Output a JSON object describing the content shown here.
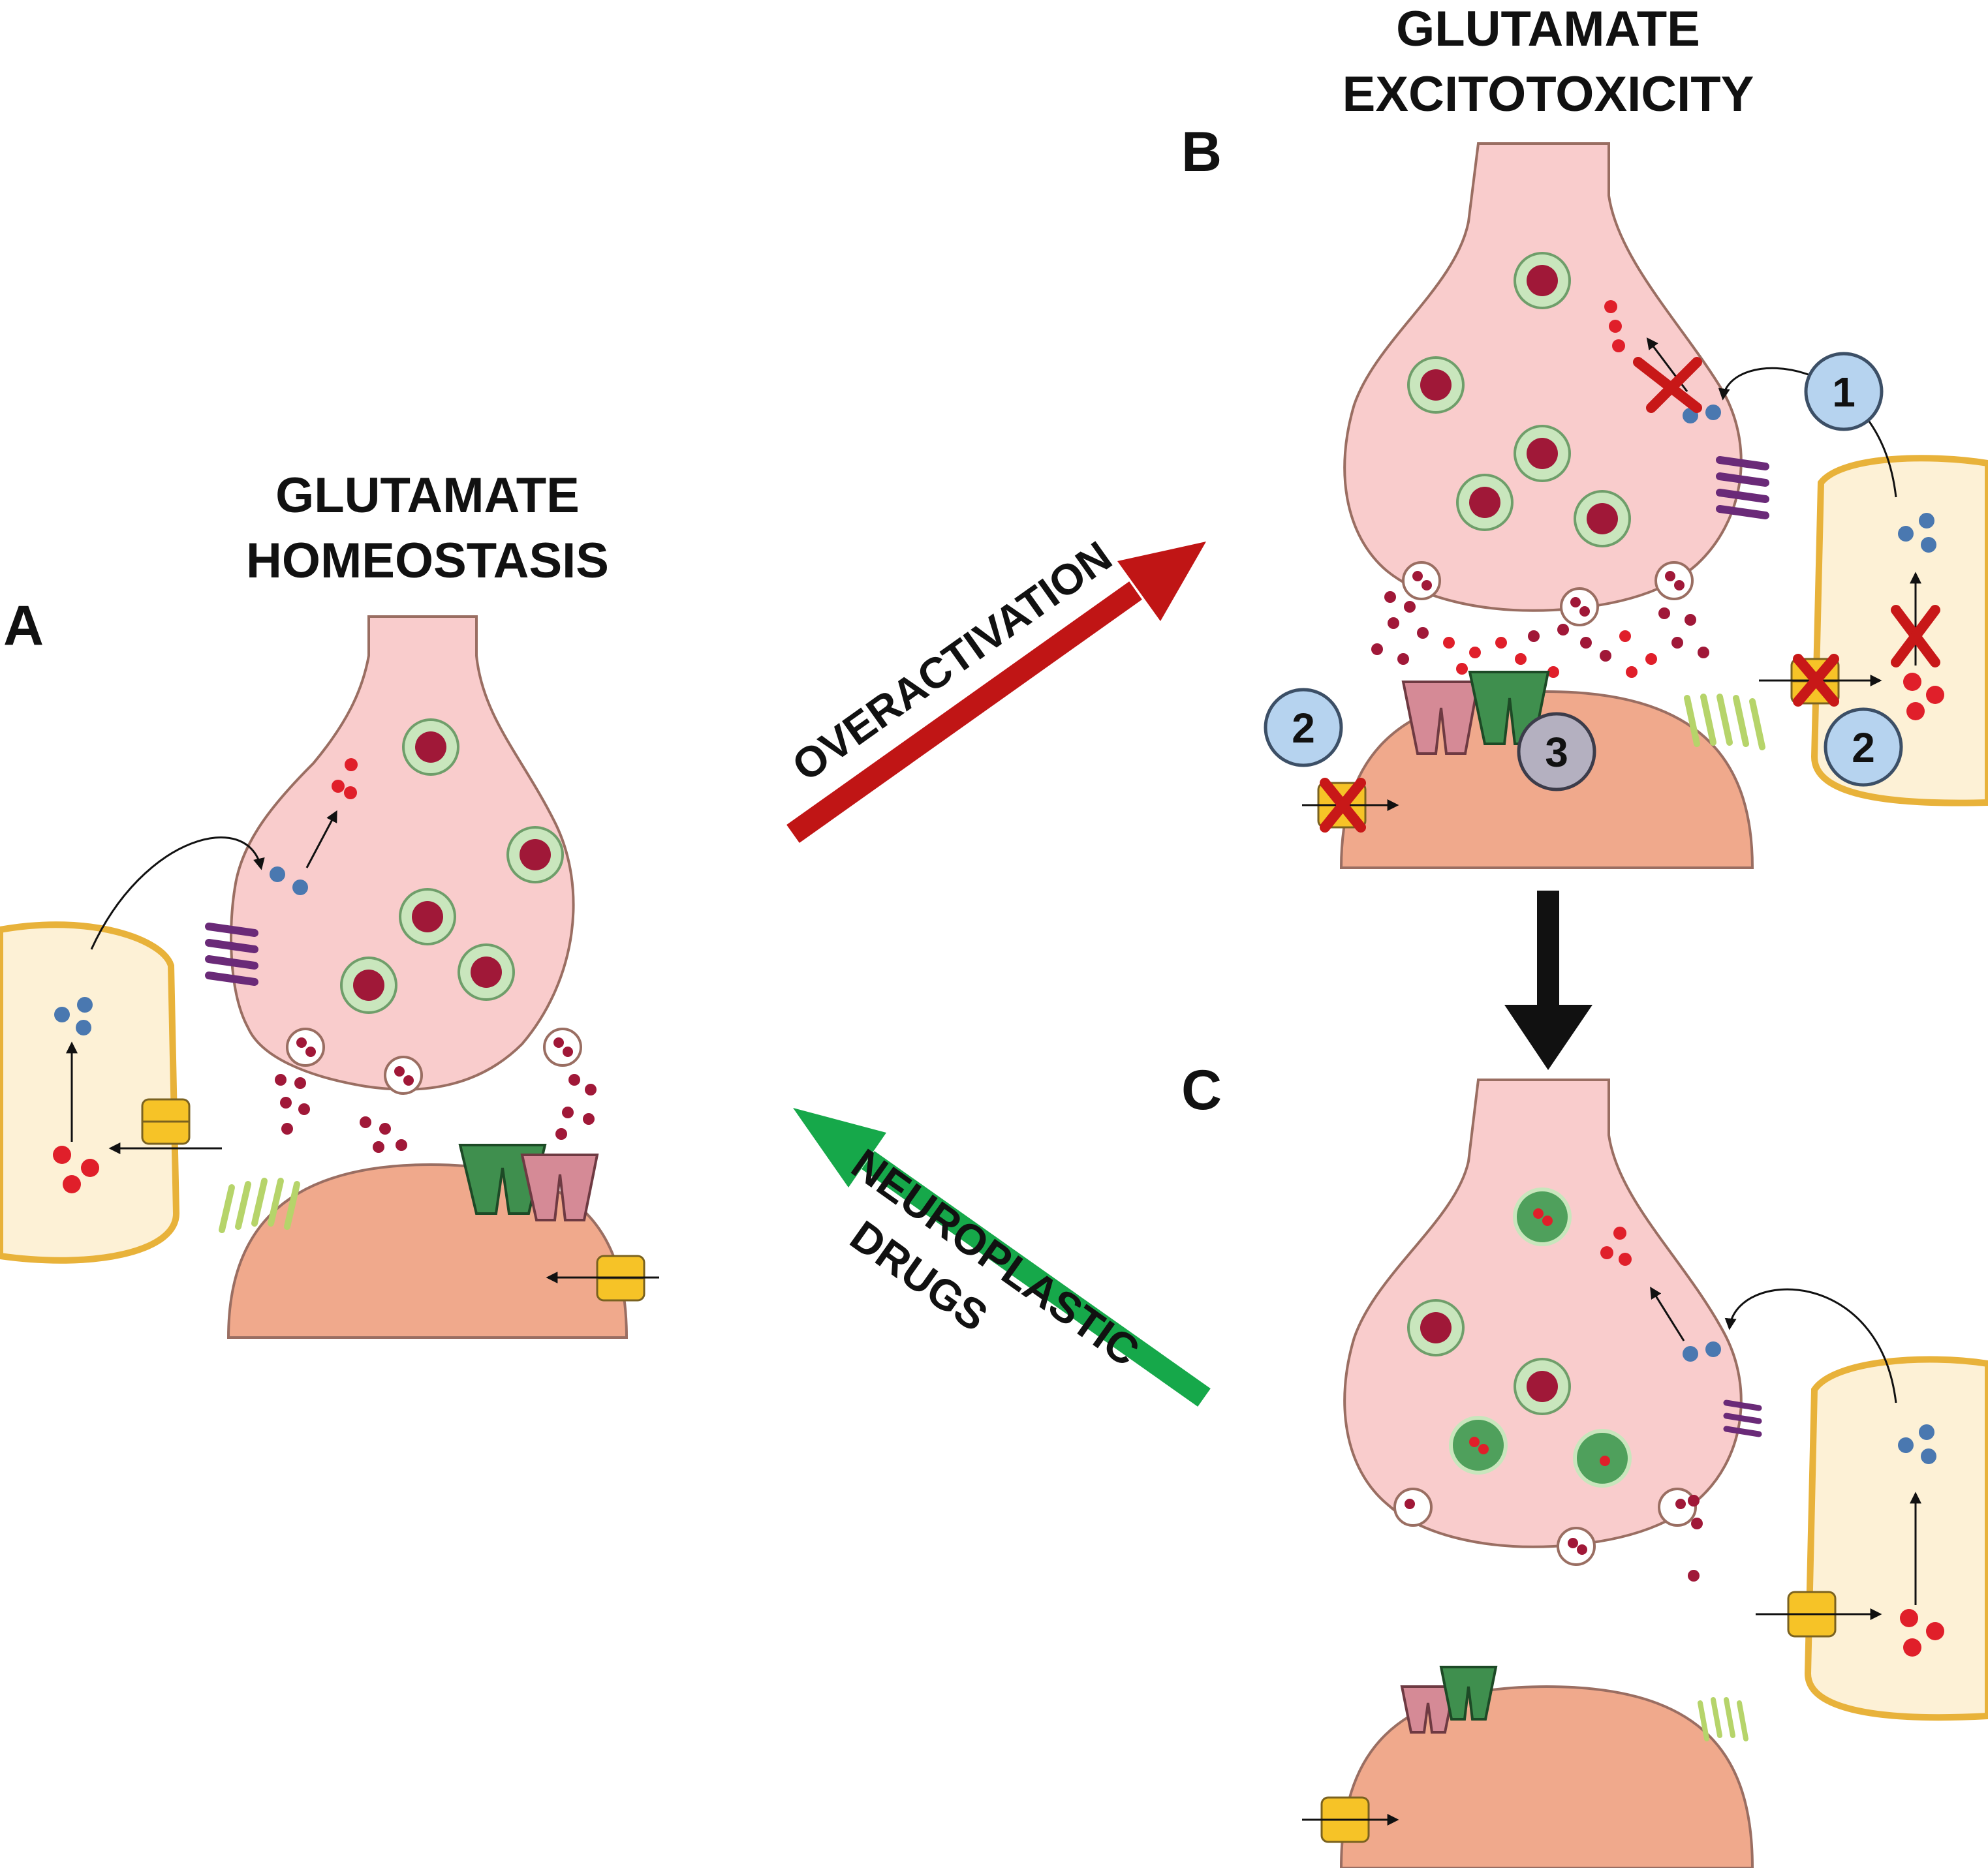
{
  "titles": {
    "homeostasis_line1": "GLUTAMATE",
    "homeostasis_line2": "HOMEOSTASIS",
    "excitotoxicity_line1": "GLUTAMATE",
    "excitotoxicity_line2": "EXCITOTOXICITY"
  },
  "panels": {
    "a": "A",
    "b": "B",
    "c": "C"
  },
  "arrows": {
    "overactivation": "OVERACTIVATION",
    "neuroplastic_line1": "NEUROPLASTIC",
    "neuroplastic_line2": "DRUGS"
  },
  "badges": {
    "b1": "1",
    "b2_left": "2",
    "b2_right": "2",
    "b3": "3"
  },
  "colors": {
    "presynaptic": "#f9cccc",
    "postsynaptic": "#f0a98c",
    "astrocyte": "#fdf1d6",
    "astrocyte_border": "#e8b23a",
    "vesicle": "#c9e6bd",
    "glutamate": "#a01838",
    "glutamine": "#4a78b0",
    "red_glutamate": "#e01f2a",
    "overactivation_arrow": "#c01515",
    "drug_arrow": "#16a84a",
    "badge_blue": "#b6d3ef",
    "badge_gray": "#b4b0c0",
    "x_mark": "#c81818"
  }
}
